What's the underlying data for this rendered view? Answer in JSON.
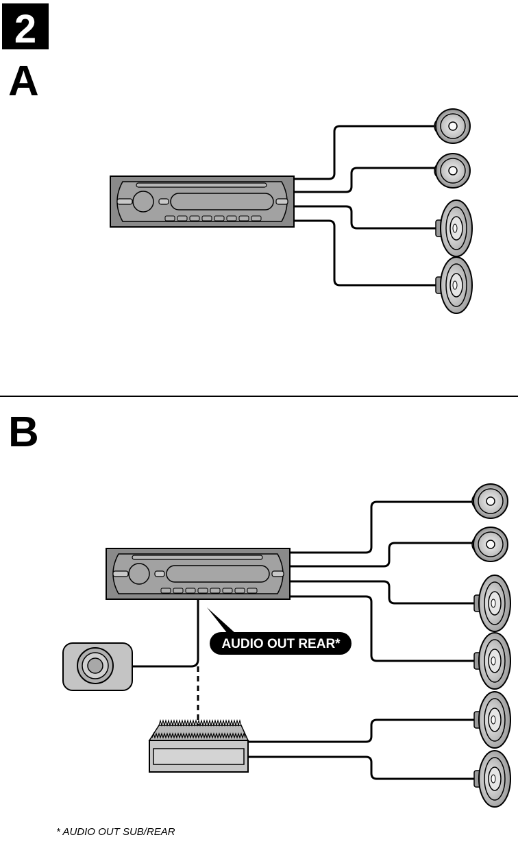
{
  "step_number": "2",
  "section_a": {
    "label": "A"
  },
  "section_b": {
    "label": "B",
    "callout": "AUDIO OUT REAR*"
  },
  "footnote": "* AUDIO OUT SUB/REAR"
}
